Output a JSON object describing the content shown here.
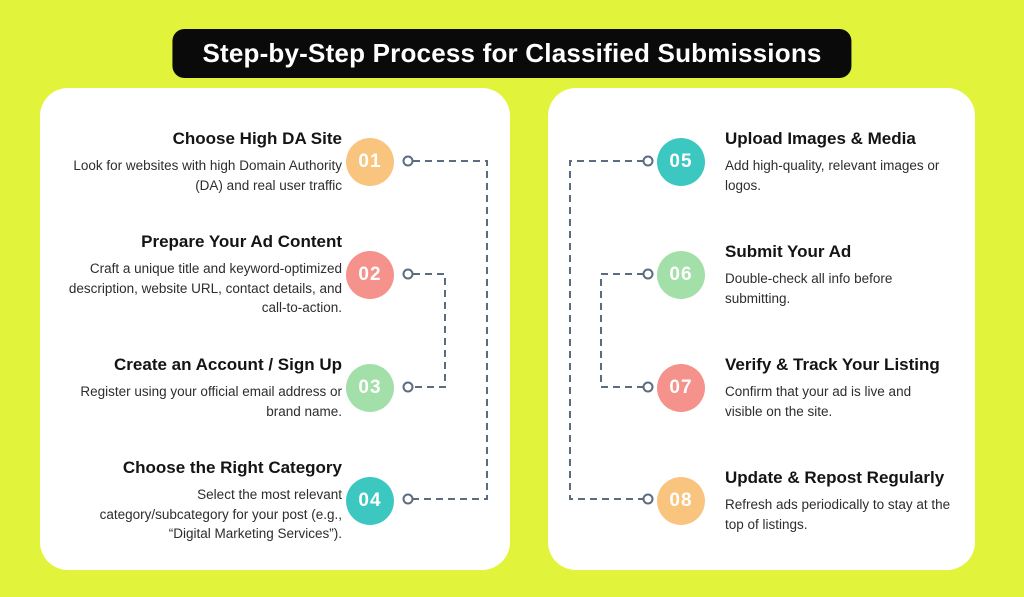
{
  "page": {
    "background": "#e1f43b"
  },
  "banner": {
    "title": "Step-by-Step Process for Classified Submissions",
    "bg": "#0a0a0a",
    "text_color": "#ffffff"
  },
  "connector_color": "#5c6c80",
  "left_card": {
    "steps": [
      {
        "number": "01",
        "title": "Choose High DA Site",
        "description": "Look for websites with high Domain Authority (DA) and real user traffic",
        "badge_color": "#f9c47e"
      },
      {
        "number": "02",
        "title": "Prepare Your Ad Content",
        "description": "Craft a unique title and keyword-optimized description, website URL, contact details, and call-to-action.",
        "badge_color": "#f5928b"
      },
      {
        "number": "03",
        "title": "Create an Account / Sign Up",
        "description": "Register using your official email address or brand name.",
        "badge_color": "#a3dfa8"
      },
      {
        "number": "04",
        "title": "Choose the Right Category",
        "description": "Select the most relevant category/subcategory for your post (e.g., “Digital Marketing Services”).",
        "badge_color": "#3cc7c0"
      }
    ]
  },
  "right_card": {
    "steps": [
      {
        "number": "05",
        "title": "Upload Images & Media",
        "description": "Add high-quality, relevant images or logos.",
        "badge_color": "#3cc7c0"
      },
      {
        "number": "06",
        "title": "Submit Your Ad",
        "description": "Double-check all info before submitting.",
        "badge_color": "#a3dfa8"
      },
      {
        "number": "07",
        "title": "Verify & Track Your Listing",
        "description": "Confirm that your ad is live and visible on the site.",
        "badge_color": "#f5928b"
      },
      {
        "number": "08",
        "title": "Update & Repost Regularly",
        "description": "Refresh ads periodically to stay at the top of listings.",
        "badge_color": "#f9c47e"
      }
    ]
  }
}
